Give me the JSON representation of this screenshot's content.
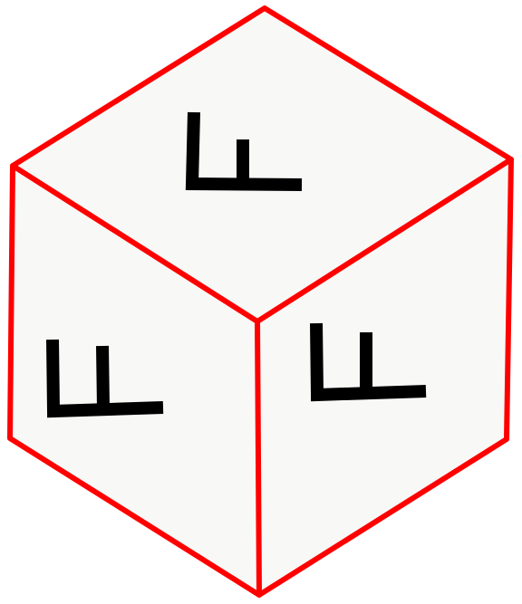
{
  "colors": {
    "background": "#ffffff",
    "face_fill": "#f8f8f6",
    "edge": "#ff0000",
    "glyph": "#000000"
  },
  "cube": {
    "faces": [
      {
        "name": "top",
        "glyph_icon": "l-shape-glyph-icon"
      },
      {
        "name": "left",
        "glyph_icon": "l-shape-glyph-icon"
      },
      {
        "name": "right",
        "glyph_icon": "l-shape-glyph-icon"
      }
    ]
  }
}
